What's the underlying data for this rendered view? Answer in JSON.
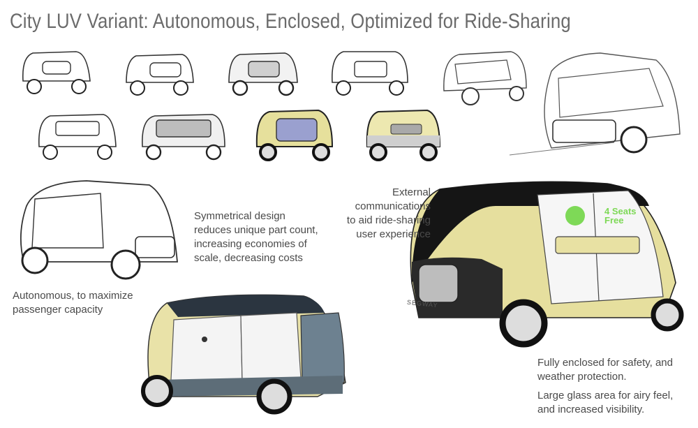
{
  "title": "City LUV Variant: Autonomous, Enclosed, Optimized for Ride-Sharing",
  "notes": {
    "symmetrical": [
      "Symmetrical design",
      "reduces unique part count,",
      "increasing economies of",
      "scale, decreasing costs"
    ],
    "external": [
      "External",
      "communications",
      "to aid ride-sharing",
      "user experience"
    ],
    "autonomous": [
      "Autonomous, to maximize",
      "passenger capacity"
    ],
    "enclosed": [
      "Fully enclosed for safety, and",
      "weather protection."
    ],
    "glass": [
      "Large glass area for airy feel,",
      "and increased visibility."
    ]
  },
  "vehicle_labels": {
    "brand": "SEGWAY",
    "seats_line1": "4 Seats",
    "seats_line2": "Free"
  },
  "colors": {
    "body_yellow": "#e8e2a6",
    "glass_blue": "#9aa8c8",
    "dark": "#1c1c1c",
    "slate": "#6d8190",
    "accent_green": "#7ed957"
  }
}
